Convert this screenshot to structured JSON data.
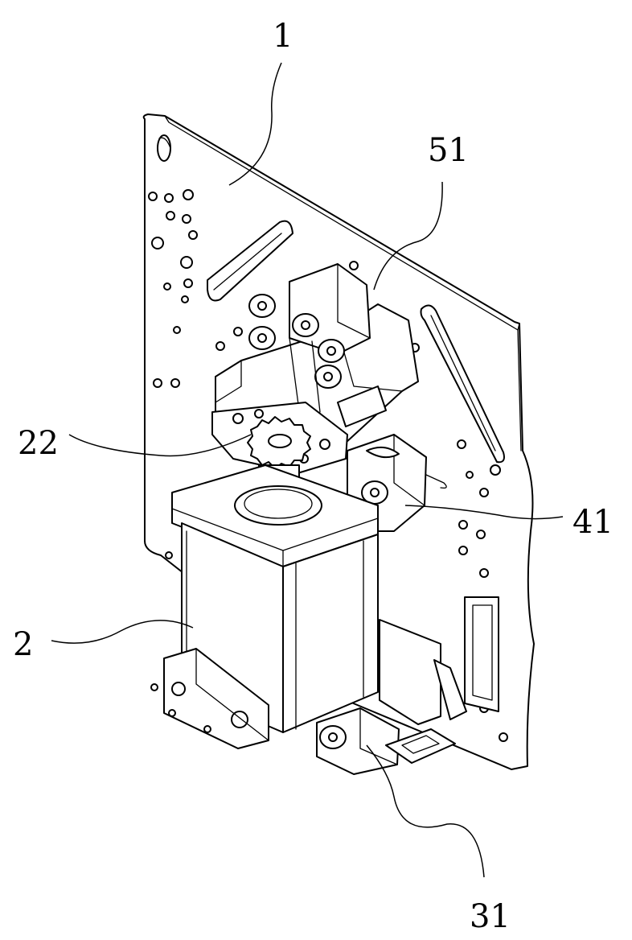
{
  "labels": {
    "plate": "1",
    "motor": "2",
    "gear": "22",
    "lower_block": "31",
    "side_block": "41",
    "top_bracket": "51"
  }
}
